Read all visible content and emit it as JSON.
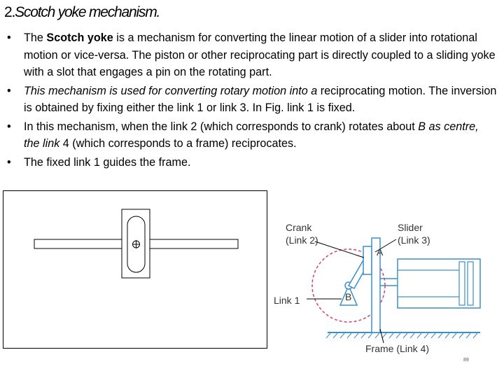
{
  "slide": {
    "title_num": "2.",
    "title_text": "Scotch yoke mechanism.",
    "page_number": "89"
  },
  "bullets": [
    {
      "p1": "The ",
      "bold": "Scotch yoke",
      "p2": " is a mechanism for converting the linear motion of a slider into rotational motion or vice-versa. The piston or other reciprocating part is directly coupled to a sliding yoke with a slot that engages a pin on the rotating part."
    },
    {
      "italic": "This mechanism is used for converting rotary motion into a",
      "rest": " reciprocating motion. The inversion is obtained by fixing either the link 1 or link 3. In Fig. link 1 is fixed."
    },
    {
      "p1": "In this mechanism, when the link 2 (which corresponds to crank) rotates about ",
      "italic": "B as centre, the link",
      "p2": " 4 (which corresponds to a frame) reciprocates."
    },
    {
      "text": "The fixed link 1 guides the frame."
    }
  ],
  "diagram": {
    "crank_label": "Crank",
    "crank_sub": "(Link 2)",
    "slider_label": "Slider",
    "slider_sub": "(Link 3)",
    "link1_label": "Link 1",
    "frame_label": "Frame (Link 4)",
    "point_a": "A",
    "point_b": "B",
    "blue": "#3a8fc8",
    "red": "#d4407a"
  }
}
